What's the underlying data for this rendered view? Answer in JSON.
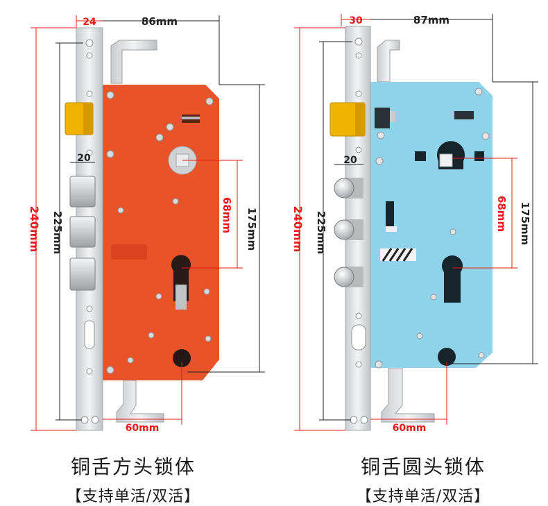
{
  "colors": {
    "left_case": "#e8532a",
    "right_case": "#8fd3ea",
    "latch": "#f0b400",
    "faceplate": "#d9dcde",
    "dimension_red": "#e8191a",
    "dimension_black": "#222222"
  },
  "left_lock": {
    "dims": {
      "faceplate_width": "24",
      "case_depth": "86mm",
      "bolt_depth": "20",
      "total_height": "240mm",
      "hole_pitch": "225mm",
      "cylinder_spacing": "68mm",
      "case_height": "175mm",
      "backset": "60mm"
    },
    "name": "铜舌方头锁体",
    "subtitle": "【支持单活/双活】"
  },
  "right_lock": {
    "dims": {
      "faceplate_width": "30",
      "case_depth": "87mm",
      "bolt_depth": "20",
      "total_height": "240mm",
      "hole_pitch": "225mm",
      "cylinder_spacing": "68mm",
      "case_height": "175mm",
      "backset": "60mm"
    },
    "name": "铜舌圆头锁体",
    "subtitle": "【支持单活/双活】"
  }
}
